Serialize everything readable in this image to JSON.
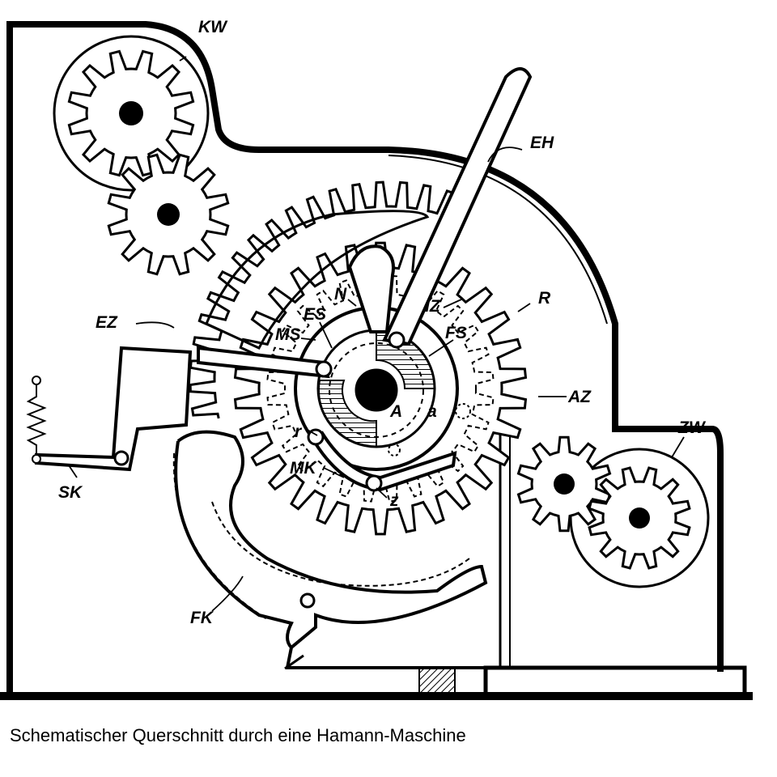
{
  "caption": "Schematischer Querschnitt durch eine Hamann-Maschine",
  "labels": {
    "kw": "KW",
    "eh": "EH",
    "ez": "EZ",
    "n": "N",
    "es": "ES",
    "ms": "MS",
    "iz": "IZ",
    "r_upper": "R",
    "fs": "FS",
    "az": "AZ",
    "a_upper": "A",
    "a_lower": "a",
    "r_lower": "r",
    "mk": "MK",
    "z": "z",
    "sk": "SK",
    "zw": "ZW",
    "fk": "FK"
  },
  "colors": {
    "ink": "#000000",
    "paper": "#ffffff"
  }
}
